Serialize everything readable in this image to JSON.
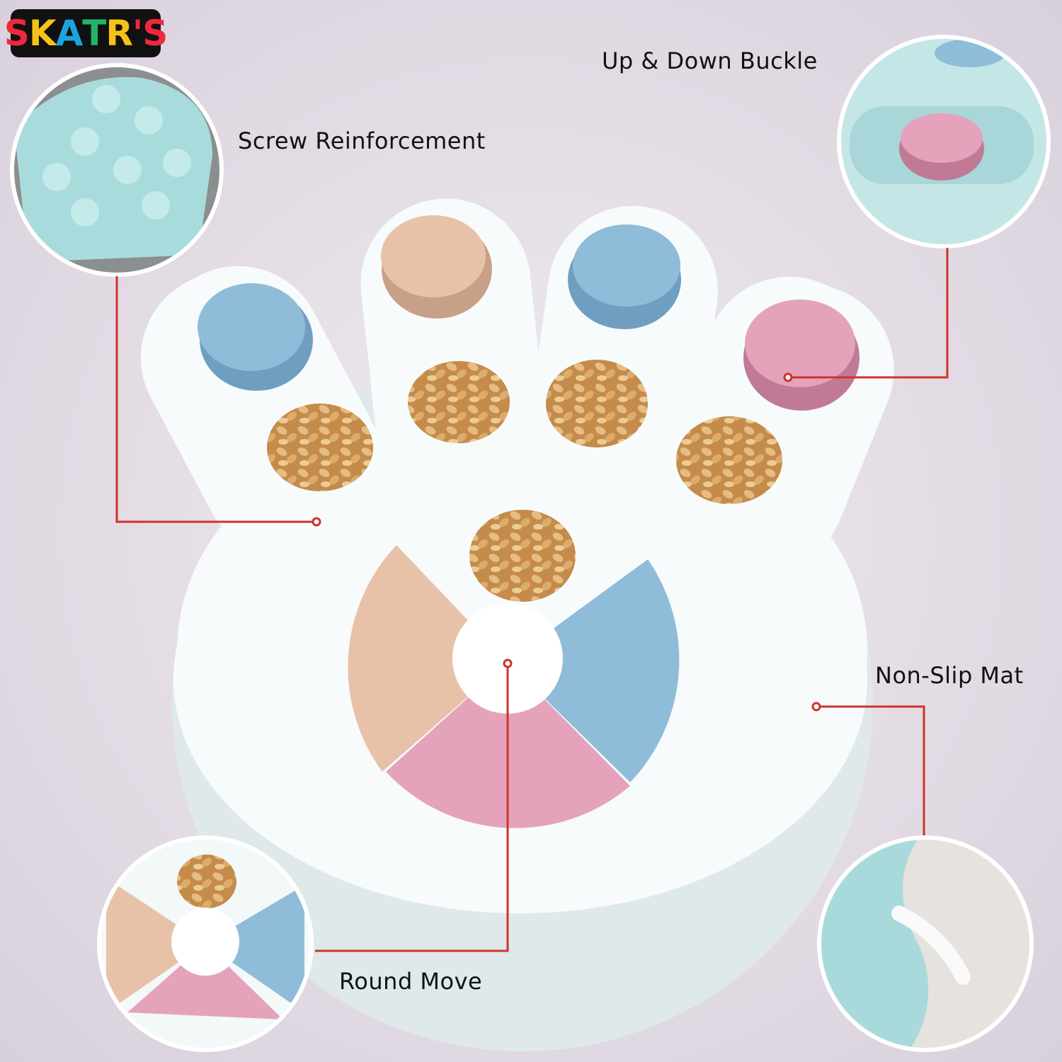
{
  "brand": {
    "logo_text": "SKATR'S",
    "letters": [
      "S",
      "K",
      "A",
      "T",
      "R",
      "'S"
    ],
    "colors": [
      "#f0283c",
      "#f6c218",
      "#1ea3dc",
      "#22b46a",
      "#f6c218",
      "#f0283c"
    ]
  },
  "callouts": {
    "screw": "Screw Reinforcement",
    "buckle": "Up & Down Buckle",
    "mat": "Non-Slip Mat",
    "round": "Round Move"
  },
  "colors": {
    "line": "#d0322b",
    "pink": "#e4a3bb",
    "blue": "#8fbcd8",
    "peach": "#e8c2a8",
    "mint": "#bfe2e3",
    "food": "#d9a765"
  }
}
